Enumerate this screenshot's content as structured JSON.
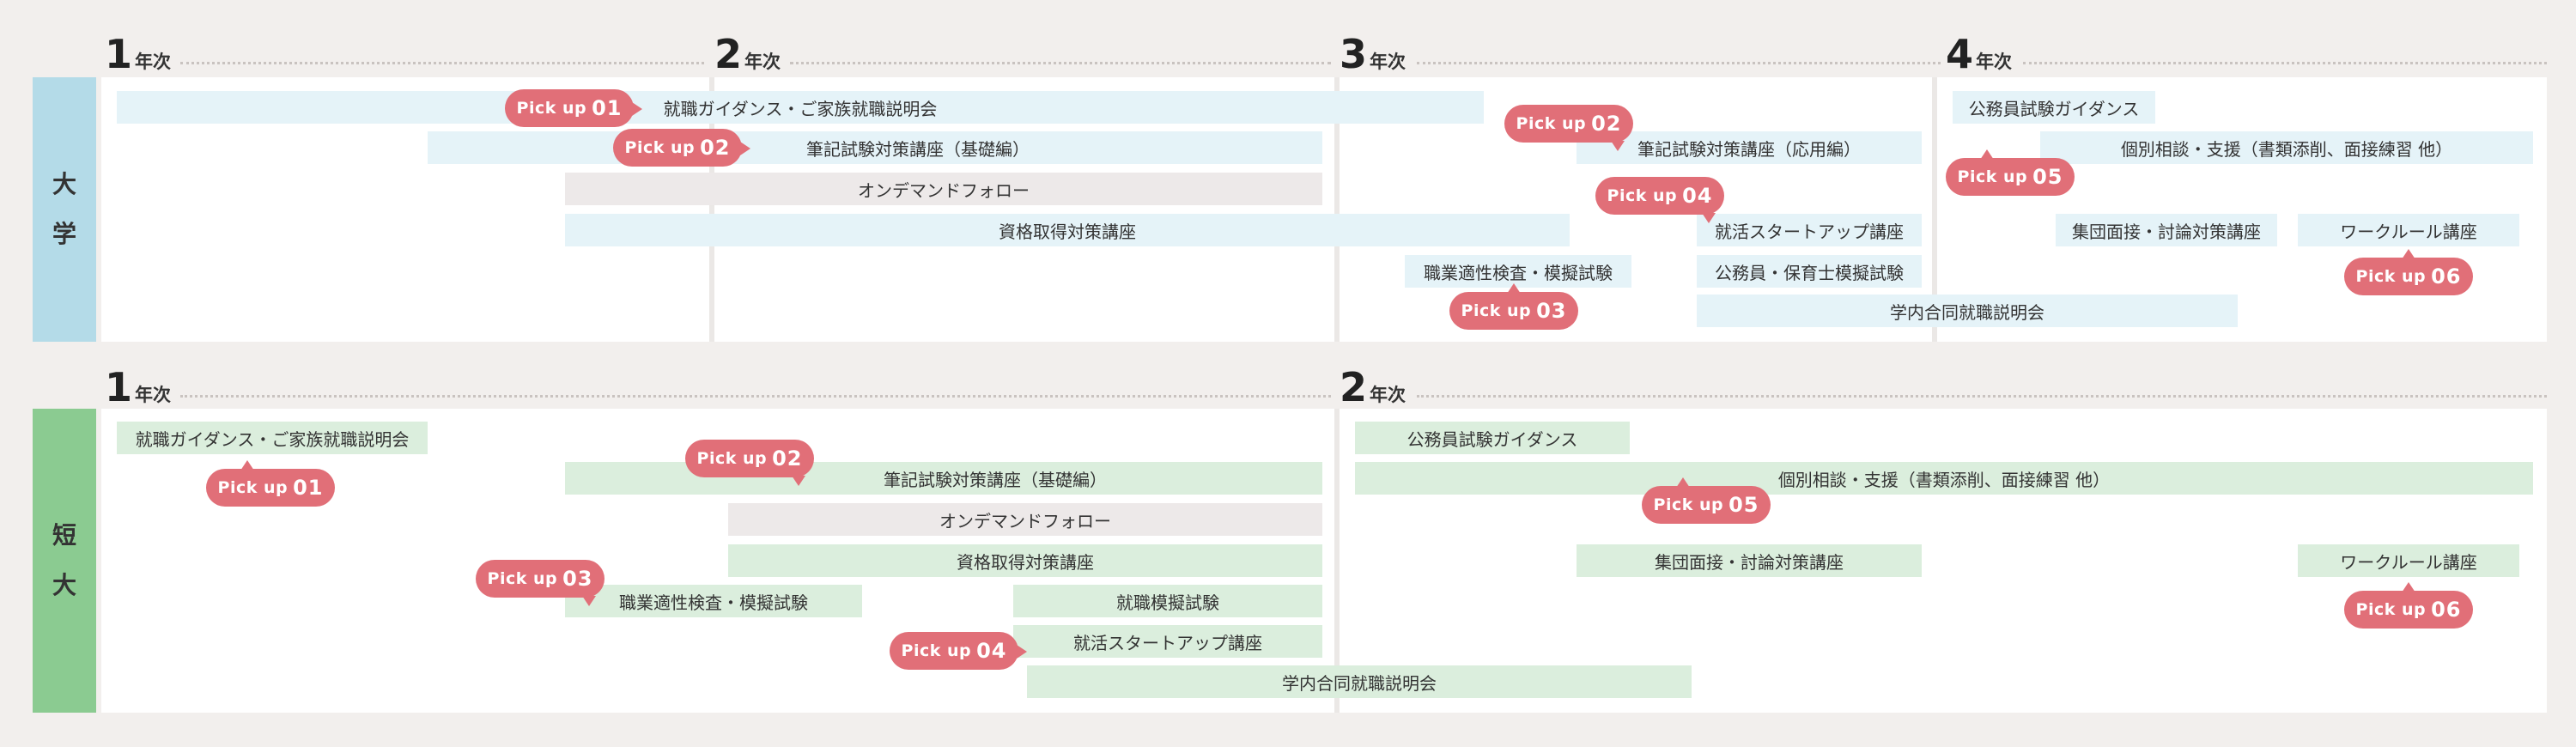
{
  "university": {
    "label_chars": [
      "大",
      "学"
    ],
    "years": [
      {
        "num": "1",
        "suffix": "年次"
      },
      {
        "num": "2",
        "suffix": "年次"
      },
      {
        "num": "3",
        "suffix": "年次"
      },
      {
        "num": "4",
        "suffix": "年次"
      }
    ],
    "bars": [
      "就職ガイダンス・ご家族就職説明会",
      "筆記試験対策講座（基礎編）",
      "オンデマンドフォロー",
      "資格取得対策講座",
      "筆記試験対策講座（応用編）",
      "就活スタートアップ講座",
      "職業適性検査・模擬試験",
      "公務員・保育士模擬試験",
      "学内合同就職説明会",
      "公務員試験ガイダンス",
      "個別相談・支援（書類添削、面接練習 他）",
      "集団面接・討論対策講座",
      "ワークルール講座"
    ],
    "pickups": [
      {
        "label": "Pick up",
        "num": "01"
      },
      {
        "label": "Pick up",
        "num": "02"
      },
      {
        "label": "Pick up",
        "num": "02"
      },
      {
        "label": "Pick up",
        "num": "04"
      },
      {
        "label": "Pick up",
        "num": "03"
      },
      {
        "label": "Pick up",
        "num": "05"
      },
      {
        "label": "Pick up",
        "num": "06"
      }
    ]
  },
  "junior_college": {
    "label_chars": [
      "短",
      "大"
    ],
    "years": [
      {
        "num": "1",
        "suffix": "年次"
      },
      {
        "num": "2",
        "suffix": "年次"
      }
    ],
    "bars": [
      "就職ガイダンス・ご家族就職説明会",
      "筆記試験対策講座（基礎編）",
      "オンデマンドフォロー",
      "資格取得対策講座",
      "職業適性検査・模擬試験",
      "就職模擬試験",
      "就活スタートアップ講座",
      "学内合同就職説明会",
      "公務員試験ガイダンス",
      "個別相談・支援（書類添削、面接練習 他）",
      "集団面接・討論対策講座",
      "ワークルール講座"
    ],
    "pickups": [
      {
        "label": "Pick up",
        "num": "01"
      },
      {
        "label": "Pick up",
        "num": "02"
      },
      {
        "label": "Pick up",
        "num": "03"
      },
      {
        "label": "Pick up",
        "num": "04"
      },
      {
        "label": "Pick up",
        "num": "05"
      },
      {
        "label": "Pick up",
        "num": "06"
      }
    ]
  },
  "colors": {
    "university_label_bg": "#b4dbe8",
    "junior_label_bg": "#8bcb91",
    "blue_bar": "#e5f3f8",
    "green_bar": "#dbeedd",
    "gray_bar": "#ede9e9",
    "pickup": "#e16f78"
  }
}
